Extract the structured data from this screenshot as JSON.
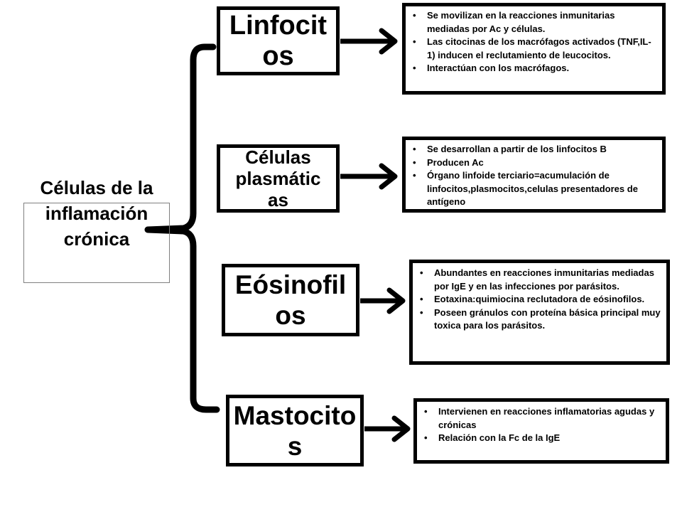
{
  "root": {
    "label": "Células de la inflamación crónica"
  },
  "categories": [
    {
      "label": "Linfocitos",
      "lines": [
        "Linfocit",
        "os"
      ]
    },
    {
      "label": "Células plasmáticas",
      "lines": [
        "Células",
        "plasmátic",
        "as"
      ]
    },
    {
      "label": "Eósinofilos",
      "lines": [
        "Eósinofil",
        "os"
      ]
    },
    {
      "label": "Mastocitos",
      "lines": [
        "Mastocito",
        "s"
      ]
    }
  ],
  "details": [
    {
      "items": [
        "Se movilizan en la reacciones inmunitarias mediadas por Ac y células.",
        "Las citocinas de los macrófagos activados (TNF,IL-1) inducen el reclutamiento de leucocitos.",
        "Interactúan con  los macrófagos."
      ]
    },
    {
      "items": [
        "Se desarrollan a partir de los linfocitos B",
        "Producen Ac",
        "Órgano linfoide terciario=acumulación de linfocitos,plasmocitos,celulas presentadores de antígeno"
      ]
    },
    {
      "items": [
        "Abundantes en reacciones inmunitarias mediadas por IgE y en las infecciones por parásitos.",
        "Eotaxina:quimiocina reclutadora de eósinofilos.",
        "Poseen gránulos con proteína básica principal muy toxica para los parásitos."
      ]
    },
    {
      "items": [
        "Intervienen en reacciones inflamatorias agudas y crónicas",
        "Relación con la Fc de la IgE"
      ]
    }
  ],
  "colors": {
    "line": "#000000",
    "root_border": "#7f7f7f",
    "background": "#ffffff"
  }
}
